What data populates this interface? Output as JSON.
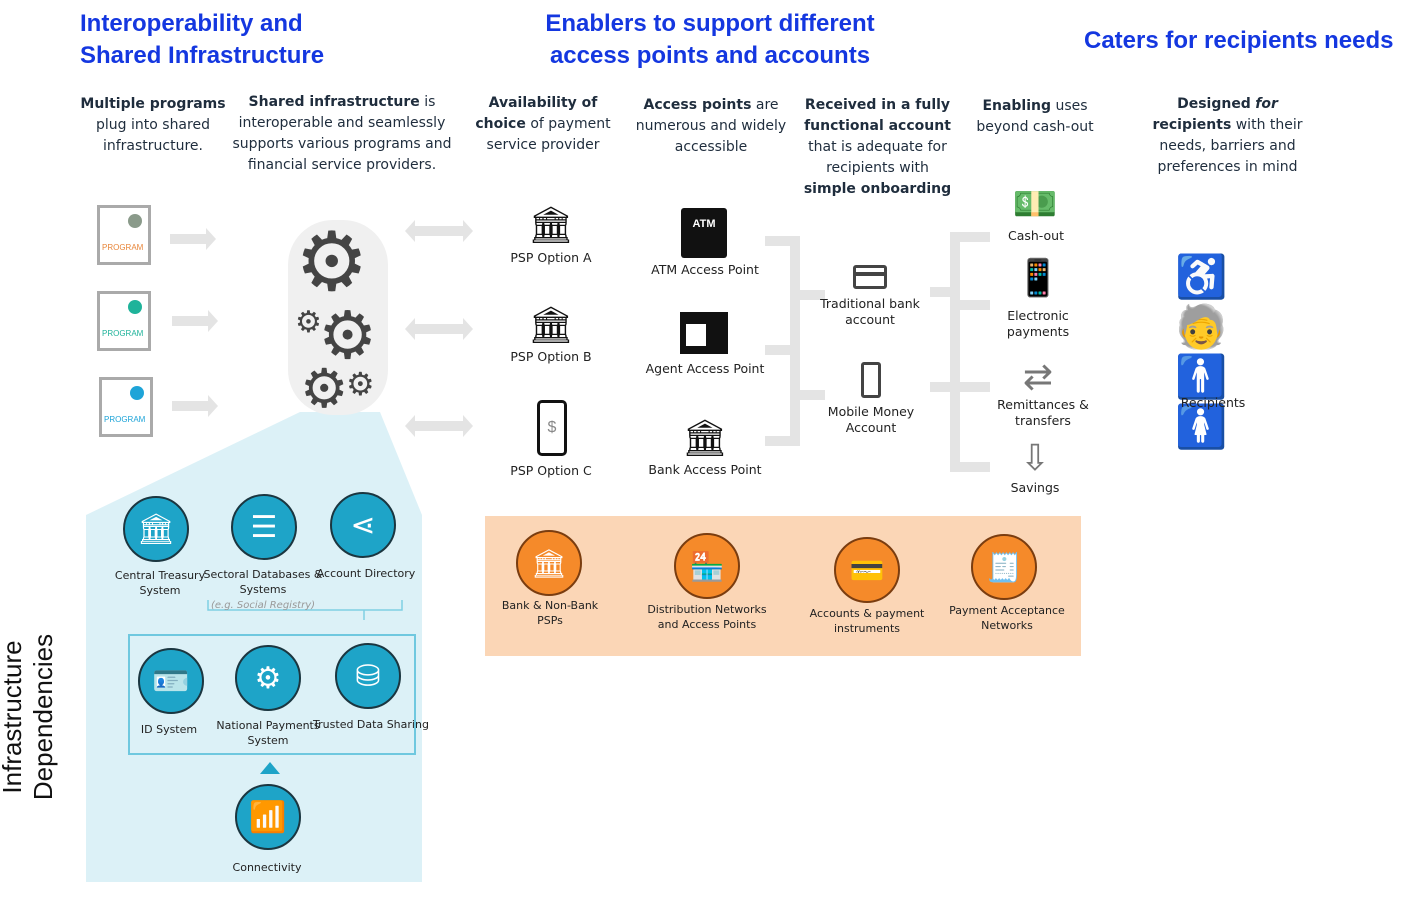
{
  "headings": {
    "h1": "Interoperability and",
    "h1b": "Shared Infrastructure",
    "h2": "Enablers to support different",
    "h2b": "access points and accounts",
    "h3": "Caters for recipients needs"
  },
  "columns": {
    "c1": {
      "bold": "Multiple programs",
      "rest": "plug into shared infrastructure."
    },
    "c2": {
      "bold": "Shared infrastructure",
      "rest": "is interoperable and seamlessly supports various programs and financial service providers."
    },
    "c3": {
      "bold": "Availability of choice",
      "rest": "of payment service provider"
    },
    "c4": {
      "bold": "Access points",
      "rest": "are numerous and widely accessible"
    },
    "c5": {
      "bold": "Received in a fully functional account",
      "mid": "that is adequate for recipients with",
      "bold2": "simple onboarding"
    },
    "c6": {
      "bold": "Enabling",
      "rest": "uses beyond cash-out"
    },
    "c7": {
      "bold": "Designed",
      "boldi": "for",
      "bold3": "recipients",
      "rest": "with their needs, barriers and preferences in mind"
    }
  },
  "programs": [
    "PROGRAM",
    "PROGRAM",
    "PROGRAM"
  ],
  "program_colors": [
    "#e8863a",
    "#1fb39a",
    "#1ea4d8"
  ],
  "psp": [
    "PSP Option A",
    "PSP Option B",
    "PSP Option C"
  ],
  "access_points": [
    "ATM Access Point",
    "Agent Access Point",
    "Bank Access Point"
  ],
  "atm_text": "ATM",
  "accounts": [
    "Traditional bank account",
    "Mobile Money Account"
  ],
  "uses": [
    "Cash-out",
    "Electronic payments",
    "Remittances & transfers",
    "Savings"
  ],
  "recipients": "Recipients",
  "side_label": "Infrastructure Dependencies",
  "deps_top": [
    "Central Treasury System",
    "Sectoral Databases & Systems",
    "Account Directory"
  ],
  "deps_note": "(e.g. Social Registry)",
  "deps_mid": [
    "ID System",
    "National Payments System",
    "Trusted Data Sharing"
  ],
  "connectivity": "Connectivity",
  "orange": [
    "Bank & Non-Bank PSPs",
    "Distribution Networks and Access Points",
    "Accounts & payment instruments",
    "Payment Acceptance Networks"
  ],
  "colors": {
    "heading": "#1437e0",
    "teal": "#1ea4c8",
    "panel": "#dcf1f7",
    "orange": "#f58a2a",
    "orange_panel": "#fbd6b6"
  }
}
